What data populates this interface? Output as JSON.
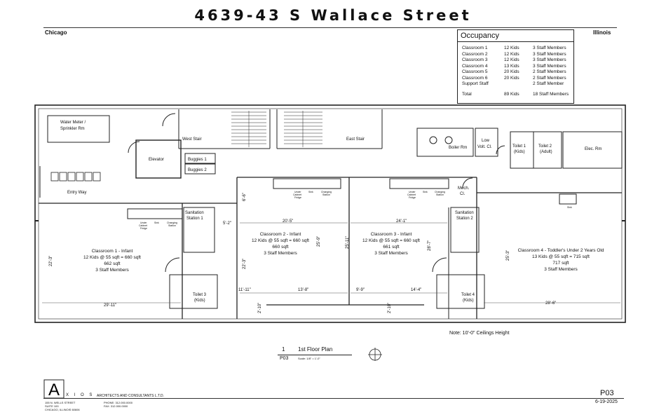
{
  "header": {
    "title": "4639-43 S Wallace Street",
    "city_left": "Chicago",
    "state_right": "Illinois"
  },
  "occupancy": {
    "heading": "Occupancy",
    "rows": [
      {
        "room": "Classroom 1",
        "kids": "12 Kids",
        "staff": "3 Staff Members"
      },
      {
        "room": "Classroom 2",
        "kids": "12 Kids",
        "staff": "3 Staff Members"
      },
      {
        "room": "Classroom 3",
        "kids": "12 Kids",
        "staff": "3 Staff Members"
      },
      {
        "room": "Classroom 4",
        "kids": "13 Kids",
        "staff": "3 Staff Members"
      },
      {
        "room": "Classroom 5",
        "kids": "20 Kids",
        "staff": "2 Staff Members"
      },
      {
        "room": "Classroom 6",
        "kids": "20 Kids",
        "staff": "2 Staff Members"
      },
      {
        "room": "Support Staff",
        "kids": "",
        "staff": "2 Staff Member"
      }
    ],
    "total": {
      "room": "Total",
      "kids": "89 Kids",
      "staff": "18 Staff Members"
    }
  },
  "rooms": {
    "water_meter_1": "Water Meter /",
    "water_meter_2": "Sprinkler Rm",
    "west_stair": "West Stair",
    "east_stair": "East Stair",
    "elevator": "Elevator",
    "buggies_1": "Buggies 1",
    "buggies_2": "Buggies 2",
    "entry_way": "Entry Way",
    "boiler": "Boiler Rm",
    "low_volt_1": "Low",
    "low_volt_2": "Volt. Cl.",
    "toilet1_1": "Toilet 1",
    "toilet1_2": "(Kids)",
    "toilet2_1": "Toilet 2",
    "toilet2_2": "(Adult)",
    "elec": "Elec. Rm",
    "mech_1": "Mech.",
    "mech_2": "Cl.",
    "sanitation1_1": "Sanitation",
    "sanitation1_2": "Station 1",
    "sanitation2_1": "Sanitation",
    "sanitation2_2": "Station 2",
    "toilet3_1": "Toilet 3",
    "toilet3_2": "(Kids)",
    "toilet4_1": "Toilet 4",
    "toilet4_2": "(Kids)"
  },
  "classrooms": {
    "c1": {
      "name": "Classroom 1 - Infant",
      "calc": "12 Kids @ 55 sqft = 660 sqft",
      "area": "662 sqft",
      "staff": "3 Staff Members"
    },
    "c2": {
      "name": "Classroom 2 - Infant",
      "calc": "12 Kids @ 55 sqft = 660 sqft",
      "area": "660 sqft",
      "staff": "3 Staff Members"
    },
    "c3": {
      "name": "Classroom 3 - Infant",
      "calc": "12 Kids @ 55 sqft = 660 sqft",
      "area": "661 sqft",
      "staff": "3 Staff Members"
    },
    "c4": {
      "name": "Classroom 4 - Toddler's Under 2 Years Old",
      "calc": "13 Kids @ 55 sqft = 715 sqft",
      "area": "717 sqft",
      "staff": "3 Staff Members"
    }
  },
  "fixtures": {
    "under_cabinet_1": "Under",
    "under_cabinet_2": "Cabinet",
    "under_cabinet_3": "Fridge",
    "sink": "Sink",
    "changing_1": "Changing",
    "changing_2": "Station"
  },
  "dimensions": {
    "d_22_3a": "22'-3\"",
    "d_29_11": "29'-11\"",
    "d_6_6": "6'-6\"",
    "d_5_2": "5'-2\"",
    "d_20_5": "20'-5\"",
    "d_25_9": "25'-9\"",
    "d_22_3b": "22'-3\"",
    "d_11_11": "11'-11\"",
    "d_13_8": "13'-8\"",
    "d_2_10a": "2'-10\"",
    "d_24_1": "24'-1\"",
    "d_25_11": "25'-11\"",
    "d_28_7": "28'-7\"",
    "d_9_9": "9'-9\"",
    "d_14_4": "14'-4\"",
    "d_2_10b": "2'-10\"",
    "d_25_3": "25'-3\"",
    "d_28_6": "28'-6\""
  },
  "notes": {
    "ceiling": "Note: 10'-0\" Ceilings Height"
  },
  "plan_tag": {
    "number": "1",
    "label": "1st Floor Plan",
    "sheet": "P03",
    "scale": "Scale: 1/8\" = 1'-0\""
  },
  "title_block": {
    "logo_letter": "A",
    "firm_letters": "X I O S",
    "firm_name": "ARCHITECTS AND CONSULTANTS L.T.D.",
    "address_1": "155 N. WELLS STREET",
    "address_2": "SUITE 100",
    "address_3": "CHICAGO, ILLINOIS 60606",
    "phone_1": "PHONE: 312.000.0000",
    "phone_2": "FAX: 312.000.0000",
    "sheet_number": "P03",
    "date": "6-19-2025"
  }
}
